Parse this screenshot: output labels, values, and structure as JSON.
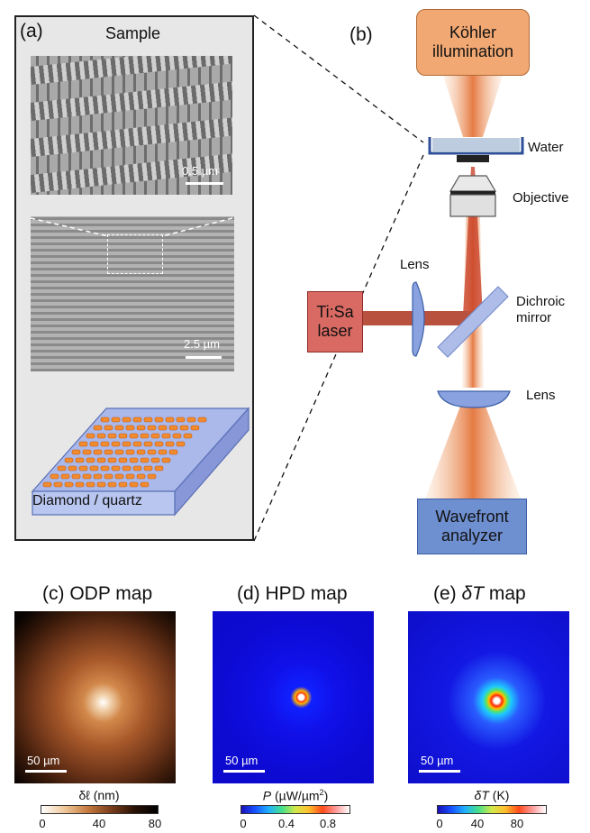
{
  "panels": {
    "a_label": "(a)",
    "b_label": "(b)",
    "c_label": "(c)",
    "d_label": "(d)",
    "e_label": "(e)"
  },
  "panel_a": {
    "title": "Sample",
    "scale_top": "0.5 µm",
    "scale_bottom": "2.5 µm",
    "substrate_label": "Diamond / quartz"
  },
  "panel_b": {
    "illumination": "Köhler illumination",
    "water": "Water",
    "objective": "Objective",
    "lens_top": "Lens",
    "dichroic": "Dichroic mirror",
    "lens_bottom": "Lens",
    "laser": "Ti:Sa laser",
    "wavefront": "Wavefront analyzer"
  },
  "maps": {
    "c_title": "ODP map",
    "d_title": "HPD map",
    "e_title_symbol": "δT",
    "e_title_rest": " map",
    "scale": "50 µm",
    "c_bar_label": "δℓ (nm)",
    "c_ticks": [
      "0",
      "40",
      "80"
    ],
    "d_bar_label_sym": "P",
    "d_bar_label_rest": " (µW/µm",
    "d_bar_label_sup": "2",
    "d_bar_label_end": ")",
    "d_ticks": [
      "0",
      "0.4",
      "0.8"
    ],
    "e_bar_label_sym": "δT",
    "e_bar_label_rest": " (K)",
    "e_ticks": [
      "0",
      "40",
      "80"
    ]
  },
  "colors": {
    "kohler": "#f2a873",
    "beam_orange": "#f28a3a",
    "laser_red": "#b94a3a",
    "wavefront_blue": "#6e8fd0",
    "lens_blue": "#8aa2e0",
    "panel_bg": "#e7e7e7"
  }
}
